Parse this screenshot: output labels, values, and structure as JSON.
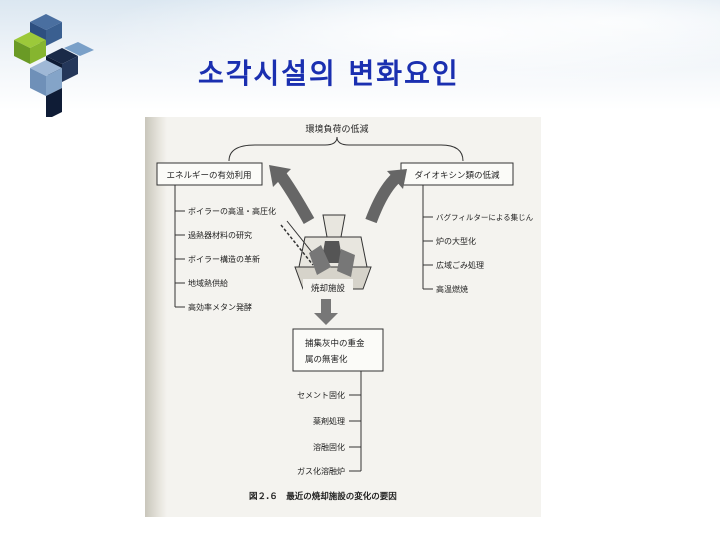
{
  "slide": {
    "title": "소각시설의 변화요인",
    "figure": {
      "top_label": "環境負荷の低減",
      "left_box": "エネルギーの有効利用",
      "right_box": "ダイオキシン類の低減",
      "left_items": [
        "ボイラーの高温・高圧化",
        "過熱器材料の研究",
        "ボイラー構造の革新",
        "地域熱供給",
        "高効率メタン発酵"
      ],
      "right_items": [
        "バグフィルターによる集じん",
        "炉の大型化",
        "広域ごみ処理",
        "高温燃焼"
      ],
      "center_label": "焼却施設",
      "bottom_box_line1": "捕集灰中の重金",
      "bottom_box_line2": "属の無害化",
      "bottom_items": [
        "セメント固化",
        "薬剤処理",
        "溶融固化",
        "ガス化溶融炉"
      ],
      "caption": "図２.６　最近の焼却施設の変化の要因"
    }
  }
}
